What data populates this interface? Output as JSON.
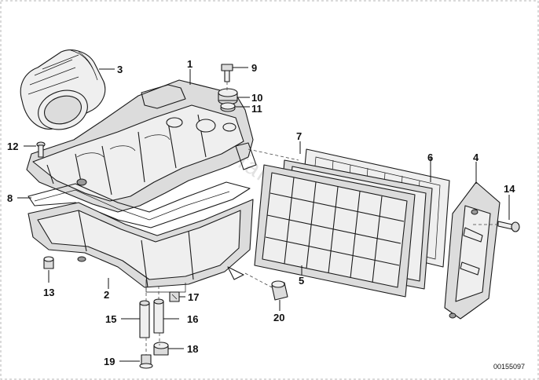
{
  "callouts": {
    "c1": "1",
    "c2": "2",
    "c3": "3",
    "c4": "4",
    "c5": "5",
    "c6": "6",
    "c7": "7",
    "c8": "8",
    "c9": "9",
    "c10": "10",
    "c11": "11",
    "c12": "12",
    "c13": "13",
    "c14": "14",
    "c15": "15",
    "c16": "16",
    "c17": "17",
    "c18": "18",
    "c19": "19",
    "c20": "20"
  },
  "reference_number": "00155097",
  "watermark": "www.bmwfans.info"
}
